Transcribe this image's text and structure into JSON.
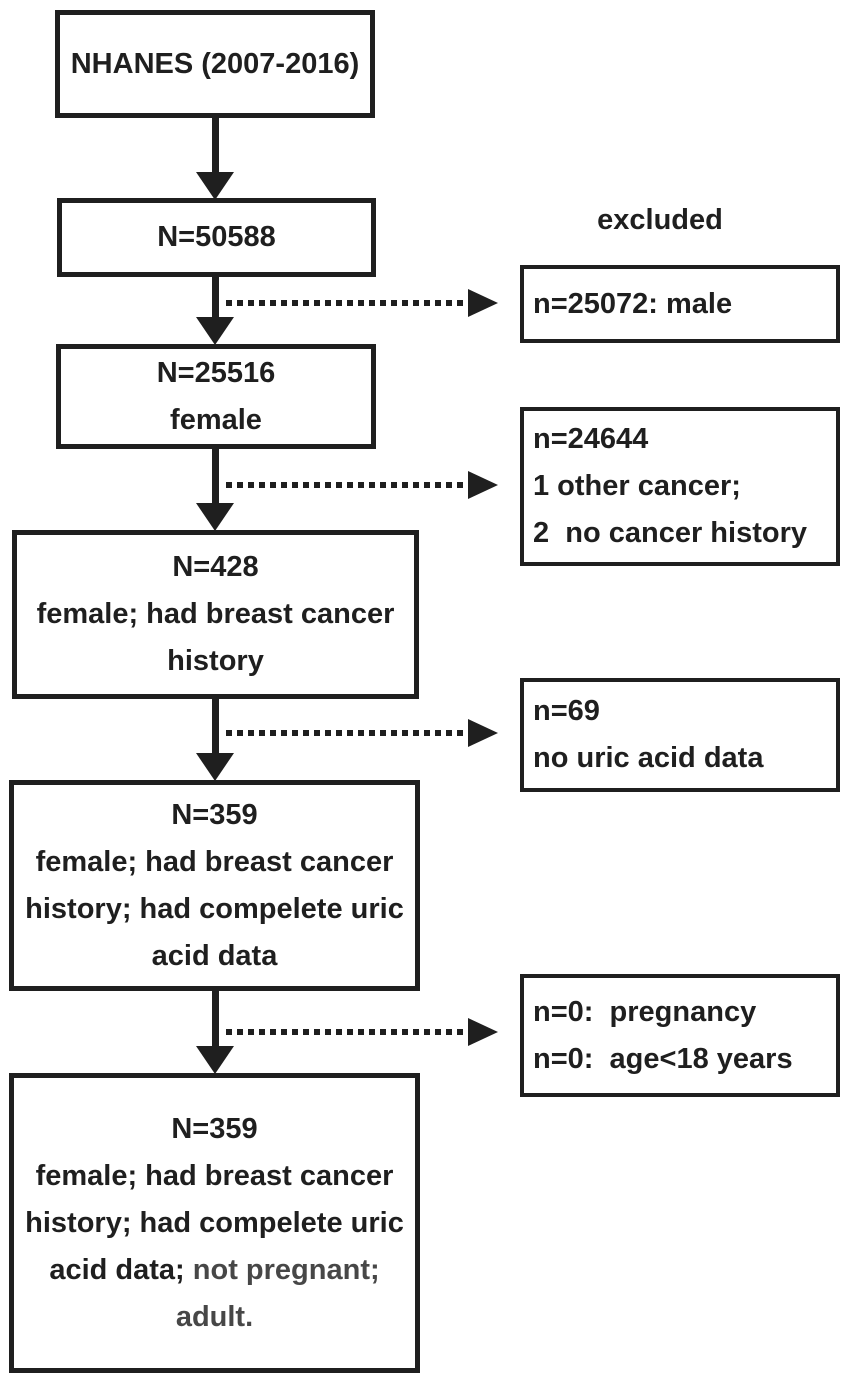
{
  "diagram": {
    "excluded_header": "excluded",
    "boxes": {
      "source": "NHANES (2007-2016)",
      "step1": "N=50588",
      "step2": "N=25516\nfemale",
      "step3": "N=428\nfemale; had breast cancer\nhistory",
      "step4": "N=359\nfemale; had breast cancer\nhistory; had compelete uric\nacid data",
      "step5_dark": "N=359\nfemale; had breast cancer\nhistory; had compelete uric\nacid data; ",
      "step5_gray": "not pregnant;\nadult."
    },
    "excluded_boxes": {
      "ex1": "n=25072: male",
      "ex2": "n=24644\n1 other cancer;\n2  no cancer history",
      "ex3": "n=69\nno uric acid data",
      "ex4": "n=0:  pregnancy\nn=0:  age<18 years"
    }
  }
}
